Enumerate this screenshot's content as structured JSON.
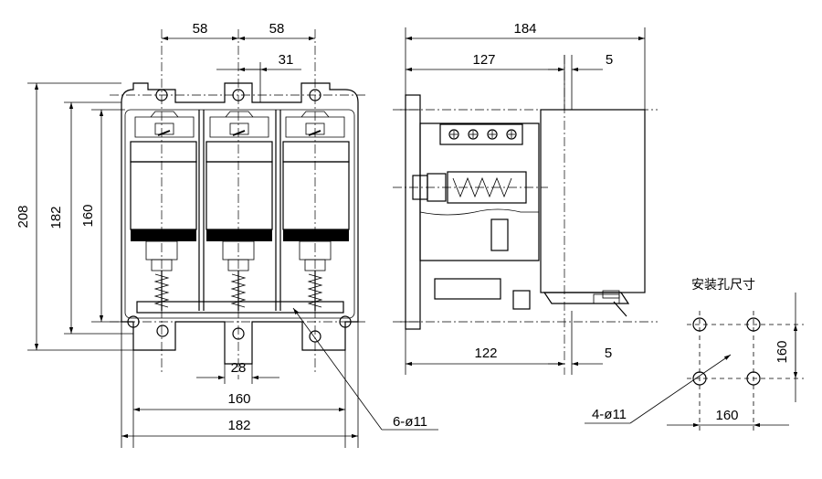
{
  "front_view": {
    "top_dims": [
      "58",
      "58",
      "31"
    ],
    "left_dims": [
      "208",
      "182",
      "160"
    ],
    "bottom_dims": [
      "28",
      "160",
      "182"
    ],
    "hole_callout": "6-ø11"
  },
  "side_view": {
    "top_dims": [
      "184",
      "127",
      "5"
    ],
    "bottom_dims": [
      "122",
      "5"
    ]
  },
  "mounting_holes": {
    "title": "安装孔尺寸",
    "callout": "4-ø11",
    "dim_vertical": "160",
    "dim_horizontal": "160"
  }
}
